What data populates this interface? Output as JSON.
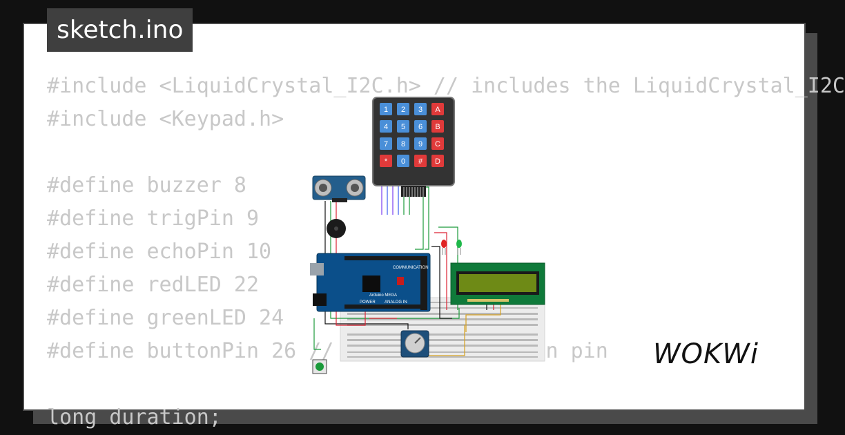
{
  "window": {
    "filename": "sketch.ino"
  },
  "code": {
    "lines": [
      "#include <LiquidCrystal_I2C.h> // includes the LiquidCrystal_I2C",
      "#include <Keypad.h>",
      "",
      "#define buzzer 8",
      "#define trigPin 9",
      "#define echoPin 10",
      "#define redLED 22",
      "#define greenLED 24",
      "#define buttonPin 26 // Define the button pin",
      "",
      "long duration;"
    ]
  },
  "circuit": {
    "keypad_keys": [
      "1",
      "2",
      "3",
      "A",
      "4",
      "5",
      "6",
      "B",
      "7",
      "8",
      "9",
      "C",
      "*",
      "0",
      "#",
      "D"
    ],
    "board_label": "Arduino MEGA",
    "board_sublabel": "COMMUNICATION",
    "power_label": "POWER",
    "analog_label": "ANALOG IN"
  },
  "brand": {
    "logo_text": "WOKWi"
  },
  "colors": {
    "background": "#111111",
    "card": "#ffffff",
    "code_text": "#c8c8c8",
    "board": "#0b4f8a",
    "lcd": "#0f7a3a",
    "lcd_screen": "#6e8a16"
  }
}
